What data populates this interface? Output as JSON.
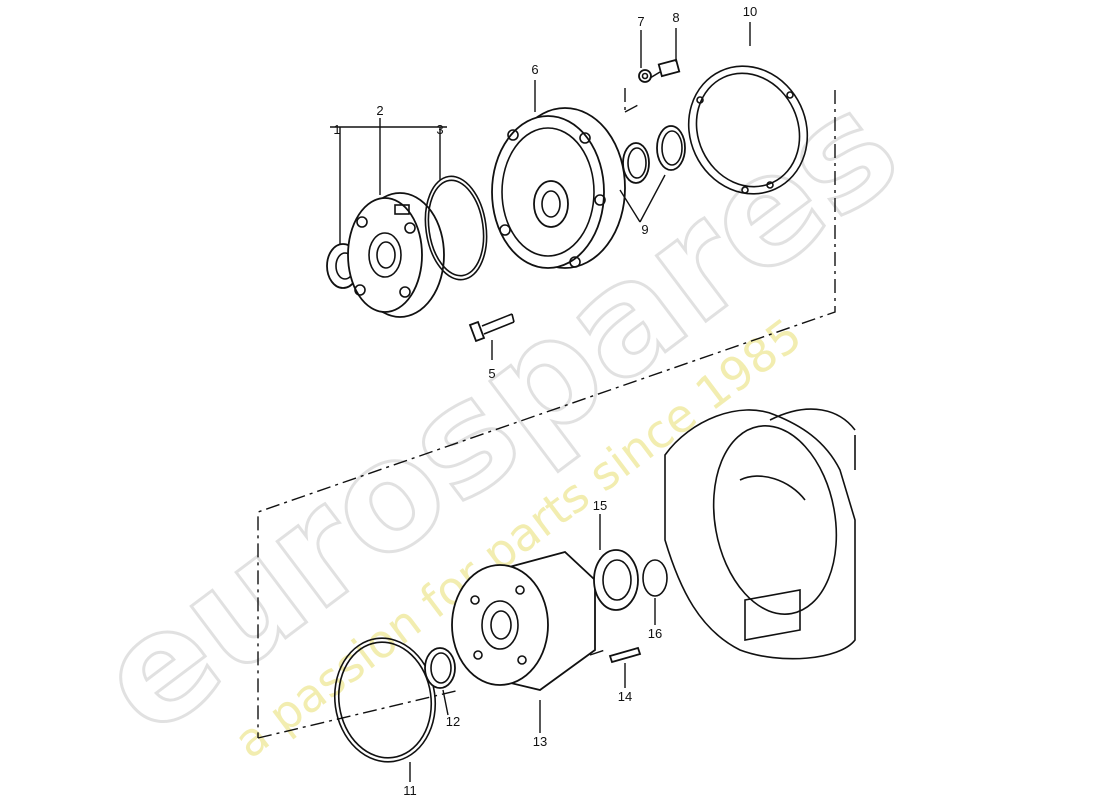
{
  "watermark": {
    "brand": "eurospares",
    "tagline": "a passion for parts since 1985"
  },
  "callouts": [
    "1",
    "2",
    "3",
    "5",
    "6",
    "7",
    "8",
    "9",
    "10",
    "11",
    "12",
    "13",
    "14",
    "15",
    "16"
  ]
}
